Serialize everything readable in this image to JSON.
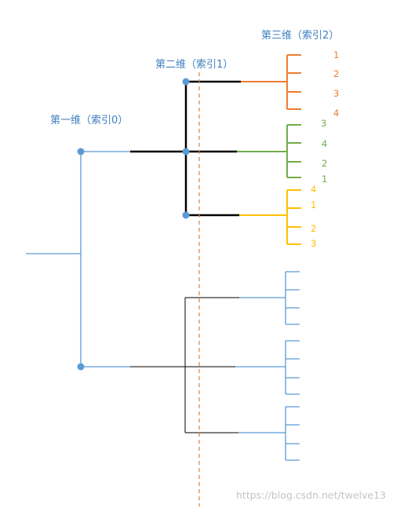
{
  "labels": {
    "dim0": "第一维（索引0）",
    "dim1": "第二维（索引1）",
    "dim2": "第三维（索引2）"
  },
  "groups": [
    {
      "color": "#ed7d31",
      "leaves": [
        "1",
        "2",
        "3",
        "4"
      ]
    },
    {
      "color": "#70ad47",
      "leaves": [
        "3",
        "4",
        "2",
        "1"
      ]
    },
    {
      "color": "#ffc000",
      "leaves": [
        "4",
        "1",
        "2",
        "3"
      ]
    }
  ],
  "colors": {
    "tree_blue": "#5b9bd5",
    "highlight_black": "#000000",
    "divider_orange": "#ed7d31"
  },
  "watermark": "https://blog.csdn.net/twelve13"
}
